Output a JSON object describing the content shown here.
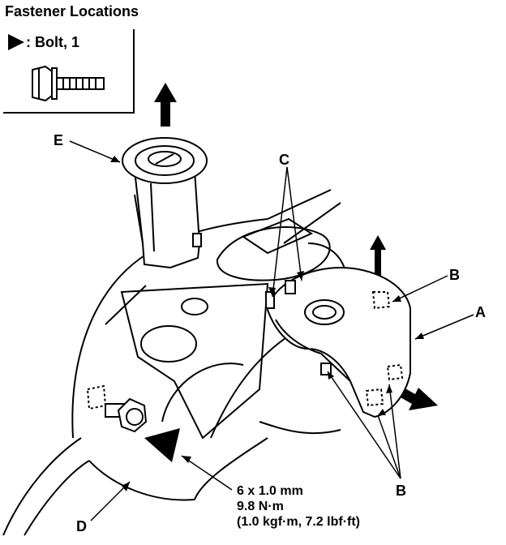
{
  "title": "Fastener Locations",
  "legend": {
    "symbol": "triangle-marker-icon",
    "text": ": Bolt, 1",
    "bolt_icon": "bolt-icon"
  },
  "labels": {
    "a": "A",
    "b_top": "B",
    "b_bottom": "B",
    "c": "C",
    "d": "D",
    "e": "E"
  },
  "spec": {
    "size": "6 x 1.0 mm",
    "torque_nm": "9.8 N·m",
    "torque_alt": "(1.0 kgf·m, 7.2 lbf·ft)"
  },
  "colors": {
    "ink": "#000000",
    "paper": "#ffffff"
  }
}
